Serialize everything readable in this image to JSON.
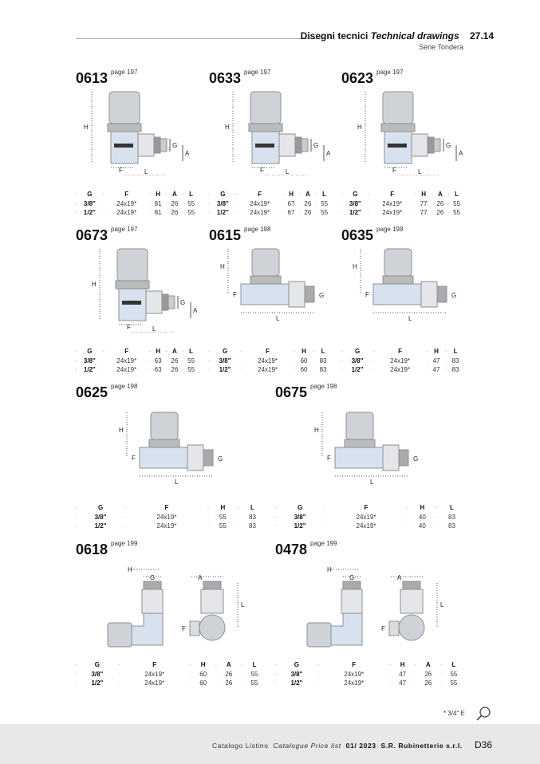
{
  "header": {
    "title_it": "Disegni tecnici",
    "title_en": "Technical drawings",
    "section": "27.14",
    "subtitle": "Serie Tondera"
  },
  "products": [
    {
      "code": "0613",
      "page": "page 197",
      "type": "angle",
      "columns": [
        "G",
        "F",
        "H",
        "A",
        "L"
      ],
      "rows": [
        [
          "3/8\"",
          "24x19*",
          "81",
          "26",
          "55"
        ],
        [
          "1/2\"",
          "24x19*",
          "81",
          "26",
          "55"
        ]
      ]
    },
    {
      "code": "0633",
      "page": "page 197",
      "type": "angle",
      "columns": [
        "G",
        "F",
        "H",
        "A",
        "L"
      ],
      "rows": [
        [
          "3/8\"",
          "24x19*",
          "67",
          "26",
          "55"
        ],
        [
          "1/2\"",
          "24x19*",
          "67",
          "26",
          "55"
        ]
      ]
    },
    {
      "code": "0623",
      "page": "page 197",
      "type": "angle",
      "columns": [
        "G",
        "F",
        "H",
        "A",
        "L"
      ],
      "rows": [
        [
          "3/8\"",
          "24x19*",
          "77",
          "26",
          "55"
        ],
        [
          "1/2\"",
          "24x19*",
          "77",
          "26",
          "55"
        ]
      ]
    },
    {
      "code": "0673",
      "page": "page 197",
      "type": "angle",
      "columns": [
        "G",
        "F",
        "H",
        "A",
        "L"
      ],
      "rows": [
        [
          "3/8\"",
          "24x19*",
          "63",
          "26",
          "55"
        ],
        [
          "1/2\"",
          "24x19*",
          "63",
          "26",
          "55"
        ]
      ]
    },
    {
      "code": "0615",
      "page": "page 198",
      "type": "straight",
      "columns": [
        "G",
        "F",
        "H",
        "L"
      ],
      "rows": [
        [
          "3/8\"",
          "24x19*",
          "60",
          "83"
        ],
        [
          "1/2\"",
          "24x19*",
          "60",
          "83"
        ]
      ]
    },
    {
      "code": "0635",
      "page": "page 198",
      "type": "straight",
      "columns": [
        "G",
        "F",
        "H",
        "L"
      ],
      "rows": [
        [
          "3/8\"",
          "24x19*",
          "47",
          "83"
        ],
        [
          "1/2\"",
          "24x19*",
          "47",
          "83"
        ]
      ]
    },
    {
      "code": "0625",
      "page": "page 198",
      "type": "straight",
      "columns": [
        "G",
        "F",
        "H",
        "L"
      ],
      "rows": [
        [
          "3/8\"",
          "24x19*",
          "55",
          "83"
        ],
        [
          "1/2\"",
          "24x19*",
          "55",
          "83"
        ]
      ]
    },
    {
      "code": "0675",
      "page": "page 198",
      "type": "straight",
      "columns": [
        "G",
        "F",
        "H",
        "L"
      ],
      "rows": [
        [
          "3/8\"",
          "24x19*",
          "40",
          "83"
        ],
        [
          "1/2\"",
          "24x19*",
          "40",
          "83"
        ]
      ]
    },
    {
      "code": "0618",
      "page": "page 199",
      "type": "corner",
      "columns": [
        "G",
        "F",
        "H",
        "A",
        "L"
      ],
      "rows": [
        [
          "3/8\"",
          "24x19*",
          "60",
          "26",
          "55"
        ],
        [
          "1/2\"",
          "24x19*",
          "60",
          "26",
          "55"
        ]
      ]
    },
    {
      "code": "0478",
      "page": "page 199",
      "type": "corner",
      "columns": [
        "G",
        "F",
        "H",
        "A",
        "L"
      ],
      "rows": [
        [
          "3/8\"",
          "24x19*",
          "47",
          "26",
          "55"
        ],
        [
          "1/2\"",
          "24x19*",
          "47",
          "26",
          "55"
        ]
      ]
    }
  ],
  "footnote": "* 3/4\" E",
  "footer": {
    "catalog_it": "Catalogo Listino",
    "catalog_en": "Catalogue Price list",
    "date": "01/ 2023",
    "company": "S.R. Rubinetterie s.r.l.",
    "page": "D36"
  }
}
